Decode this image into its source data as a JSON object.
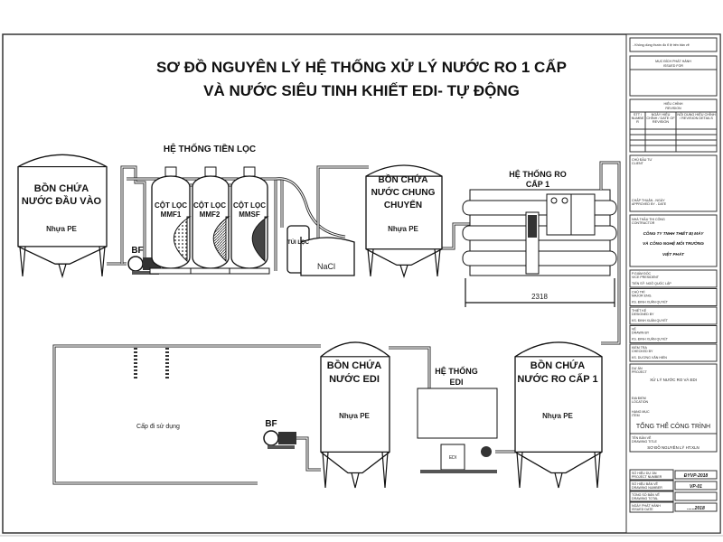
{
  "title": {
    "line1": "SƠ ĐỒ NGUYÊN LÝ HỆ THỐNG XỬ LÝ NƯỚC RO 1 CẤP",
    "line2": "VÀ NƯỚC SIÊU TINH KHIẾT EDI- TỰ ĐỘNG"
  },
  "diagram": {
    "pretreatment_label": "HỆ THỐNG TIỀN LỌC",
    "inlet_tank": [
      "BỒN CHỨA",
      "NƯỚC ĐẦU VÀO"
    ],
    "tank_brand": "Nhựa PE",
    "pump_label": "BF",
    "filters": [
      {
        "line1": "CỘT LỌC",
        "line2": "MMF1"
      },
      {
        "line1": "CỘT LỌC",
        "line2": "MMF2"
      },
      {
        "line1": "CỘT LỌC",
        "line2": "MMSF"
      }
    ],
    "bag_filter": "TÚI LỌC",
    "salt_tank": "NaCl",
    "transfer_tank": [
      "BỒN CHỨA",
      "NƯỚC CHUNG",
      "CHUYỂN"
    ],
    "ro_system": [
      "HỆ THỐNG RO",
      "CẤP 1"
    ],
    "dimension": "2318",
    "edi_tank": [
      "BỒN CHỨA",
      "NƯỚC EDI"
    ],
    "edi_system": [
      "HỆ THỐNG",
      "EDI"
    ],
    "edi_unit_label": "EDI",
    "ro_tank": [
      "BỒN CHỨA",
      "NƯỚC RO CẤP 1"
    ],
    "supply_label": "Cấp đi sử dụng"
  },
  "title_block": {
    "note": "- Không dùng thước đo tỉ lệ trên bản vẽ",
    "issue": [
      "MỤC ĐÍCH PHÁT HÀNH",
      "ISSUED FOR"
    ],
    "revision": [
      "HIỆU CHỈNH",
      "REVISION"
    ],
    "revision_cols": [
      "STT / NUMBER",
      "NGÀY HIỆU CHỈNH / DATE OF REVISION",
      "NỘI DUNG HIỆU CHỈNH / REVISION DETAILS"
    ],
    "client": [
      "CHỦ ĐẦU TƯ",
      "CLIENT"
    ],
    "approved": [
      "CHẤP THUẬN - NGÀY",
      "APPROVED BY - DATE"
    ],
    "contractor": [
      "NHÀ THẦU THI CÔNG",
      "CONTRACTOR"
    ],
    "company": [
      "CÔNG TY TNHH THIẾT BỊ MÁY",
      "VÀ CÔNG NGHỆ MÔI TRƯỜNG",
      "VIỆT PHÁT"
    ],
    "roles": [
      {
        "title": "P.GIÁM ĐỐC",
        "sub": "VICE PRESIDENT",
        "name": "TIẾN SỸ: NGÔ QUỐC LẬP"
      },
      {
        "title": "CHỦ TRÌ",
        "sub": "MAJOR ENG.",
        "name": "KS. ĐINH XUÂN QUYẾT"
      },
      {
        "title": "THIẾT KẾ",
        "sub": "DESIGNED BY",
        "name": "KS. ĐINH XUÂN QUYẾT"
      },
      {
        "title": "VẼ",
        "sub": "DRAWN BY",
        "name": "KS. ĐINH XUÂN QUYẾT"
      },
      {
        "title": "KIỂM TRA",
        "sub": "CHECKED BY",
        "name": "KS. DƯƠNG VĂN HIỂN"
      }
    ],
    "project": [
      "DỰ ÁN",
      "PROJECT"
    ],
    "project_name": "XỬ LÝ NƯỚC RO VÀ EDI",
    "location": [
      "ĐỊA ĐIỂM",
      "LOCATION"
    ],
    "item": [
      "HẠNG MỤC",
      "ITEM"
    ],
    "item_name": "TỔNG THỂ CÔNG TRÌNH",
    "drawing_title": [
      "TÊN BẢN VẼ",
      "DRAWING TITLE"
    ],
    "drawing_name": "SƠ ĐỒ NGUYÊN LÝ HT.XLN",
    "codes": [
      {
        "label": "SỐ HIỆU DỰ ÁN",
        "sub": "PROJECT NUMBER",
        "value": "ĐYVP-2018"
      },
      {
        "label": "SỐ HIỆU BẢN VẼ",
        "sub": "DRAWING NUMBER",
        "value": "VP-01"
      },
      {
        "label": "TỔNG SỐ BẢN VẼ",
        "sub": "DRAWING TOTAL",
        "value": ""
      },
      {
        "label": "NGÀY PHÁT HÀNH",
        "sub": "ISSUED DATE",
        "value": "......2018"
      }
    ]
  }
}
